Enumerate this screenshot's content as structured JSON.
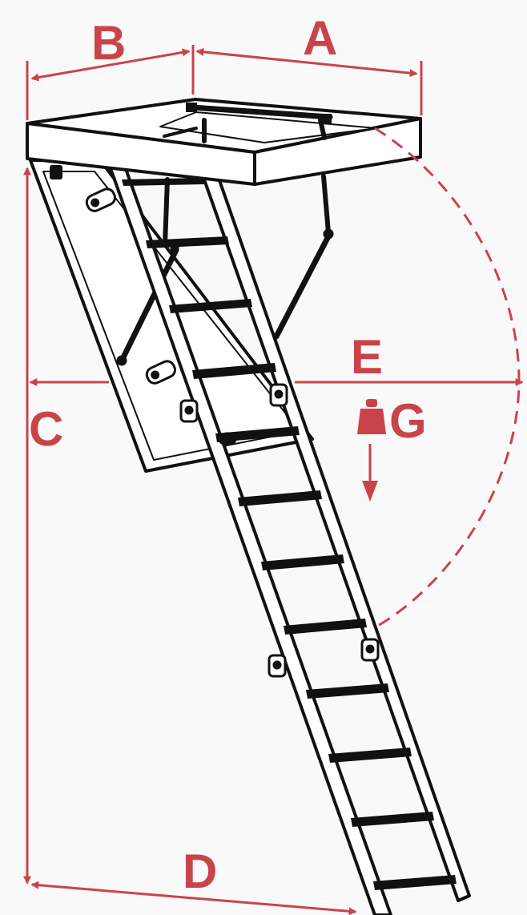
{
  "colors": {
    "accent": "#c9444a",
    "ink": "#111111",
    "background": "#f9f9f9",
    "fill": "#ffffff"
  },
  "labels": {
    "a": "A",
    "b": "B",
    "c": "C",
    "d": "D",
    "e": "E",
    "g": "G"
  },
  "icons": {
    "weight": "weight-icon",
    "load_direction": "arrow-down-icon"
  }
}
